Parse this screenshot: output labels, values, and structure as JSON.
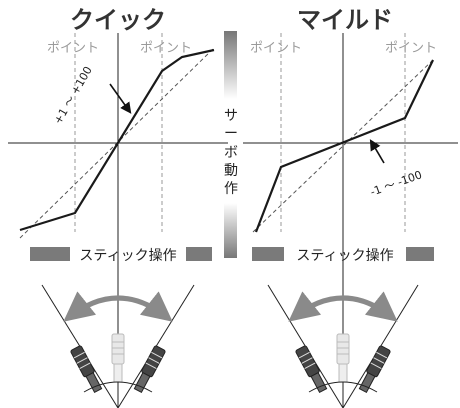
{
  "panels": [
    {
      "title": "クイック",
      "point_left": "ポイント",
      "point_right": "ポイント",
      "annotation": "+1 ～ +100",
      "stick_label": "スティック操作"
    },
    {
      "title": "マイルド",
      "point_left": "ポイント",
      "point_right": "ポイント",
      "annotation": "-1 ～ -100",
      "stick_label": "スティック操作"
    }
  ],
  "servo_label": [
    "サ",
    "ー",
    "ボ",
    "動",
    "作"
  ],
  "colors": {
    "curve": "#1a1a1a",
    "dashed": "#9a9a9a",
    "arc": "#8a8a8a",
    "bar": "#7a7a7a"
  }
}
